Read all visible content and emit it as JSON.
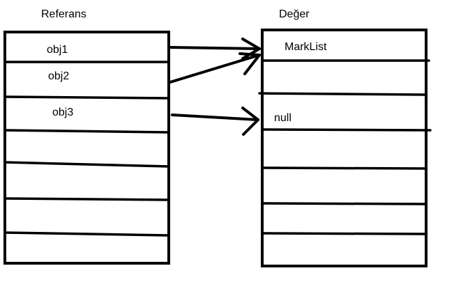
{
  "reference_column": {
    "title": "Referans",
    "entries": [
      "obj1",
      "obj2",
      "obj3"
    ]
  },
  "value_column": {
    "title": "Değer",
    "entries": [
      "MarkList",
      "null"
    ]
  },
  "colors": {
    "line": "#000000",
    "background": "#ffffff"
  }
}
